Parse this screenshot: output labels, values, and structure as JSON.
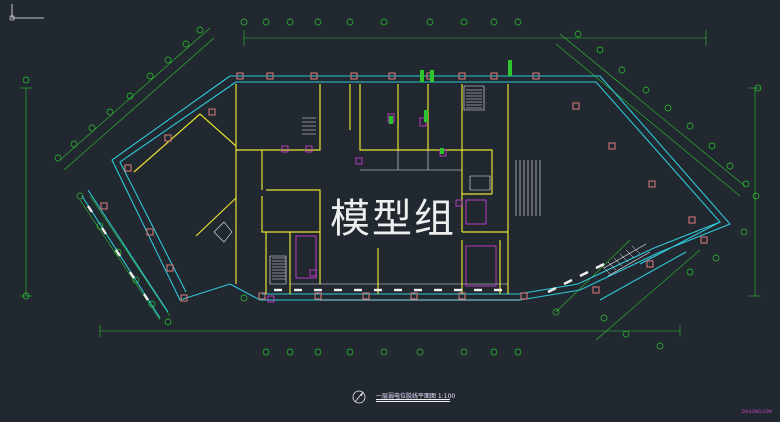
{
  "watermark": "模型组",
  "title": "一层弱电位胶线平面图 1:100",
  "corner_text": "ZHULONG.COM",
  "colors": {
    "background": "#212830",
    "axis_green": "#2ec42e",
    "wall_yellow": "#e8e032",
    "wall_cyan": "#2fc8d8",
    "fixture_magenta": "#e040e0",
    "white": "#f0f0f0",
    "brown": "#b06060"
  },
  "icons": {
    "compass": "north-arrow-icon",
    "ucs": "ucs-axis-icon"
  }
}
